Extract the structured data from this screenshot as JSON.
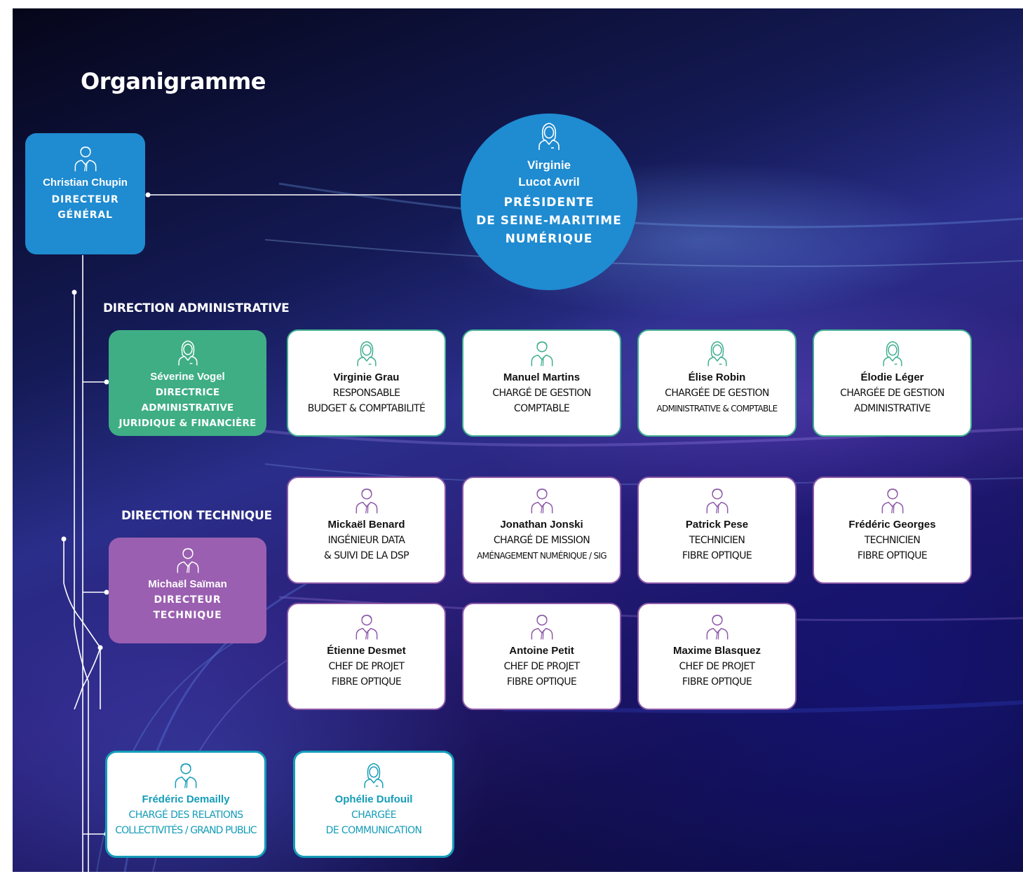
{
  "title": "Organigramme",
  "sections": {
    "admin_label": "DIRECTION ADMINISTRATIVE",
    "tech_label": "DIRECTION TECHNIQUE"
  },
  "president": {
    "name_line1": "Virginie",
    "name_line2": "Lucot Avril",
    "role_line1": "PRÉSIDENTE",
    "role_line2": "DE SEINE-MARITIME",
    "role_line3": "NUMÉRIQUE",
    "icon": "woman-icon"
  },
  "dg": {
    "name": "Christian Chupin",
    "role_line1": "DIRECTEUR",
    "role_line2": "GÉNÉRAL",
    "icon": "man-icon"
  },
  "admin_head": {
    "name": "Séverine Vogel",
    "role_line1": "DIRECTRICE ADMINISTRATIVE",
    "role_line2": "JURIDIQUE & FINANCIÈRE",
    "icon": "woman-icon"
  },
  "admin_staff": [
    {
      "name": "Virginie Grau",
      "role_line1": "RESPONSABLE",
      "role_line2": "BUDGET & COMPTABILITÉ",
      "icon": "woman-icon"
    },
    {
      "name": "Manuel Martins",
      "role_line1": "CHARGÉ DE GESTION",
      "role_line2": "COMPTABLE",
      "icon": "man-icon"
    },
    {
      "name": "Élise Robin",
      "role_line1": "CHARGÉE DE GESTION",
      "role_line2": "ADMINISTRATIVE & COMPTABLE",
      "icon": "woman-icon"
    },
    {
      "name": "Élodie Léger",
      "role_line1": "CHARGÉE DE GESTION",
      "role_line2": "ADMINISTRATIVE",
      "icon": "woman-icon"
    }
  ],
  "tech_head": {
    "name": "Michaël Saïman",
    "role_line1": "DIRECTEUR",
    "role_line2": "TECHNIQUE",
    "icon": "man-icon"
  },
  "tech_staff": [
    {
      "name": "Mickaël Benard",
      "role_line1": "INGÉNIEUR DATA",
      "role_line2": "& SUIVI DE LA DSP",
      "icon": "man-icon"
    },
    {
      "name": "Jonathan Jonski",
      "role_line1": "CHARGÉ DE MISSION",
      "role_line2": "AMÉNAGEMENT NUMÉRIQUE / SIG",
      "icon": "man-icon"
    },
    {
      "name": "Patrick Pese",
      "role_line1": "TECHNICIEN",
      "role_line2": "FIBRE OPTIQUE",
      "icon": "man-icon"
    },
    {
      "name": "Frédéric Georges",
      "role_line1": "TECHNICIEN",
      "role_line2": "FIBRE OPTIQUE",
      "icon": "man-icon"
    },
    {
      "name": "Étienne Desmet",
      "role_line1": "CHEF DE PROJET",
      "role_line2": "FIBRE OPTIQUE",
      "icon": "man-icon"
    },
    {
      "name": "Antoine Petit",
      "role_line1": "CHEF DE PROJET",
      "role_line2": "FIBRE OPTIQUE",
      "icon": "man-icon"
    },
    {
      "name": "Maxime Blasquez",
      "role_line1": "CHEF DE PROJET",
      "role_line2": "FIBRE OPTIQUE",
      "icon": "man-icon"
    }
  ],
  "comm_staff": [
    {
      "name": "Frédéric Demailly",
      "role_line1": "CHARGÉ DES RELATIONS",
      "role_line2": "COLLECTIVITÉS / GRAND PUBLIC",
      "icon": "man-icon"
    },
    {
      "name": "Ophélie Dufouil",
      "role_line1": "CHARGÉE",
      "role_line2": "DE COMMUNICATION",
      "icon": "woman-icon"
    }
  ],
  "colors": {
    "blue": "#1f8bd1",
    "green": "#3fae85",
    "purple": "#9a5fb0",
    "teal": "#149cb8"
  }
}
